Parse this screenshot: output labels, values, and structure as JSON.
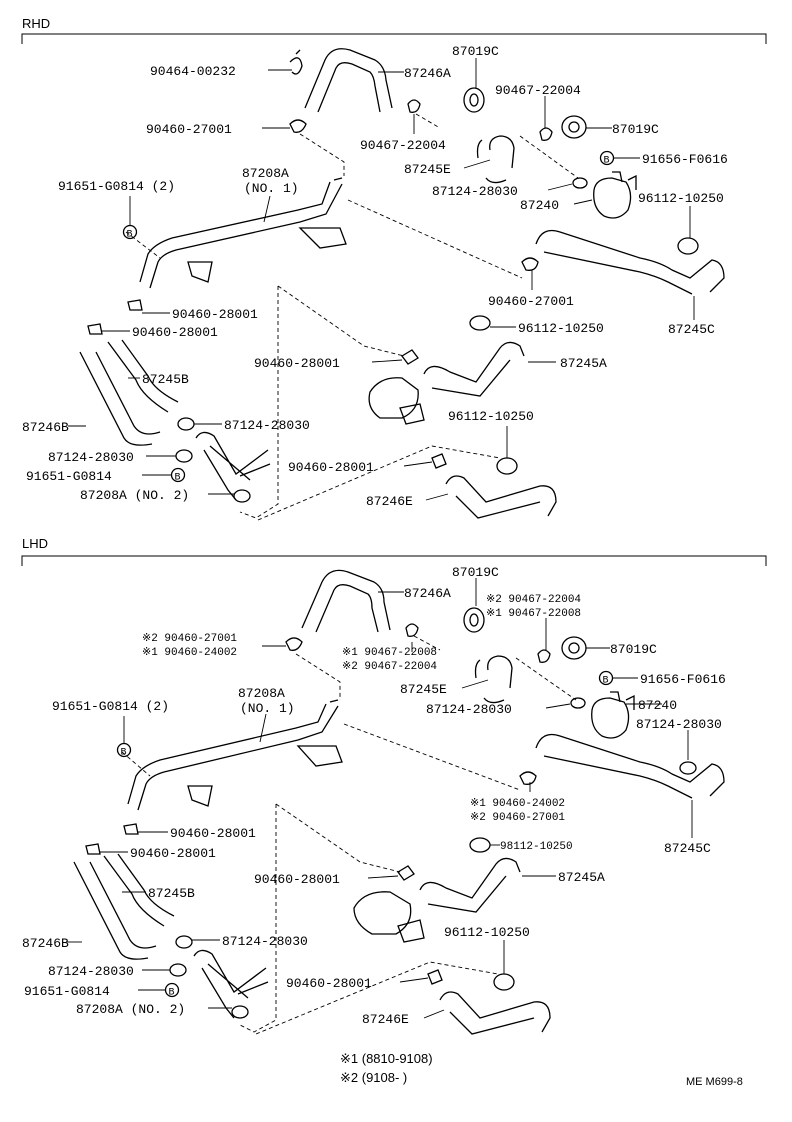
{
  "sections": {
    "rhd": {
      "title": "RHD",
      "labels": {
        "p90464_00232": "90464-00232",
        "p87246A": "87246A",
        "p87019C_a": "87019C",
        "p90467_22004_a": "90467-22004",
        "p90460_27001_a": "90460-27001",
        "p90467_22004_b": "90467-22004",
        "p87019C_b": "87019C",
        "p87245E": "87245E",
        "b_91656_F0616": "91656-F0616",
        "p87124_28030_a": "87124-28030",
        "p96112_10250_a": "96112-10250",
        "p87240": "87240",
        "p91651_G0814_2": "91651-G0814 (2)",
        "p87208A": "87208A",
        "p87208A_no": "(NO. 1)",
        "p90460_28001_a": "90460-28001",
        "p90460_27001_b": "90460-27001",
        "p90460_28001_b": "90460-28001",
        "p96112_10250_b": "96112-10250",
        "p87245C": "87245C",
        "p90460_28001_c": "90460-28001",
        "p87245A": "87245A",
        "p87245B": "87245B",
        "p96112_10250_c": "96112-10250",
        "p87246B": "87246B",
        "p87124_28030_b": "87124-28030",
        "p87124_28030_c": "87124-28030",
        "p90460_28001_d": "90460-28001",
        "p91651_G0814": "91651-G0814",
        "p87208A_no2": "87208A (NO. 2)",
        "p87246E": "87246E"
      }
    },
    "lhd": {
      "title": "LHD",
      "labels": {
        "p87246A": "87246A",
        "p87019C_a": "87019C",
        "s2_90467_22004_a": "※2 90467-22004",
        "s1_90467_22008_a": "※1 90467-22008",
        "s2_90460_27001": "※2 90460-27001",
        "s1_90460_24002": "※1 90460-24002",
        "s1_90467_22008_b": "※1 90467-22008",
        "s2_90467_22004_b": "※2 90467-22004",
        "p87019C_b": "87019C",
        "p91651_G0814_2": "91651-G0814 (2)",
        "p87208A": "87208A",
        "p87208A_no": "(NO. 1)",
        "p87245E": "87245E",
        "b_91656_F0616": "91656-F0616",
        "p87124_28030_a": "87124-28030",
        "p87240": "87240",
        "p87124_28030_b": "87124-28030",
        "s1_90460_24002_b": "※1 90460-24002",
        "s2_90460_27001_b": "※2 90460-27001",
        "p98112_10250": "98112-10250",
        "p90460_28001_a": "90460-28001",
        "p90460_28001_b": "90460-28001",
        "p87245C": "87245C",
        "p87245B": "87245B",
        "p90460_28001_c": "90460-28001",
        "p87245A": "87245A",
        "p96112_10250": "96112-10250",
        "p87246B": "87246B",
        "p87124_28030_c": "87124-28030",
        "p87124_28030_d": "87124-28030",
        "p90460_28001_d": "90460-28001",
        "p91651_G0814": "91651-G0814",
        "p87208A_no2": "87208A (NO. 2)",
        "p87246E": "87246E"
      }
    }
  },
  "badge_letter": "B",
  "legend": {
    "note1": "※1 (8810-9108)",
    "note2": "※2 (9108-        )"
  },
  "page_code": "ME M699-8"
}
